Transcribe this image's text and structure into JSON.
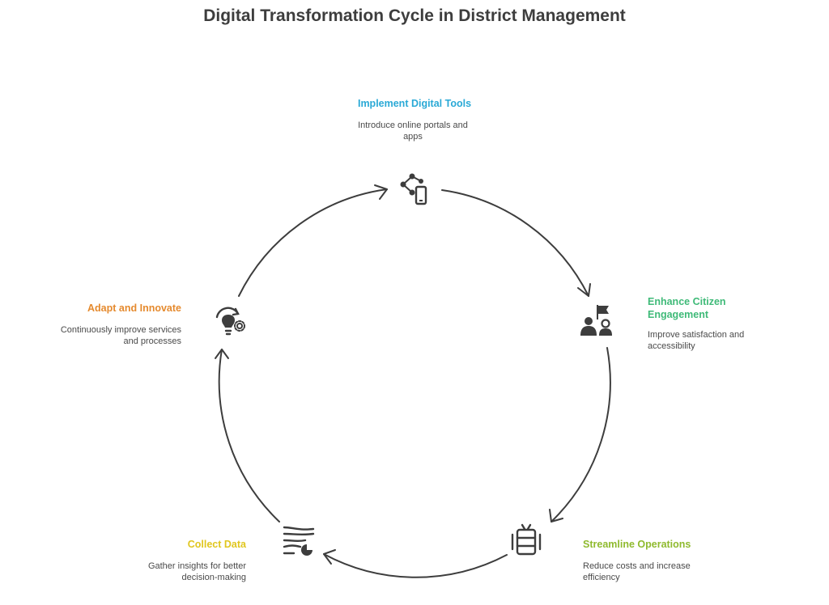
{
  "title": "Digital Transformation Cycle in District Management",
  "steps": [
    {
      "title": "Implement Digital Tools",
      "description": "Introduce online portals and apps",
      "color": "#2aa9d6",
      "icon": "mobile-network-icon"
    },
    {
      "title": "Enhance Citizen Engagement",
      "description": "Improve satisfaction and accessibility",
      "color": "#3fba78",
      "icon": "citizens-flag-icon"
    },
    {
      "title": "Streamline Operations",
      "description": "Reduce costs and increase efficiency",
      "color": "#8fba2e",
      "icon": "server-rack-icon"
    },
    {
      "title": "Collect Data",
      "description": "Gather insights for better decision-making",
      "color": "#e0c61e",
      "icon": "data-stream-chart-icon"
    },
    {
      "title": "Adapt and Innovate",
      "description": "Continuously improve services and processes",
      "color": "#e58a2e",
      "icon": "lightbulb-gear-icon"
    }
  ],
  "colors": {
    "arrow": "#3d3d3d",
    "icon": "#3d3d3d"
  }
}
